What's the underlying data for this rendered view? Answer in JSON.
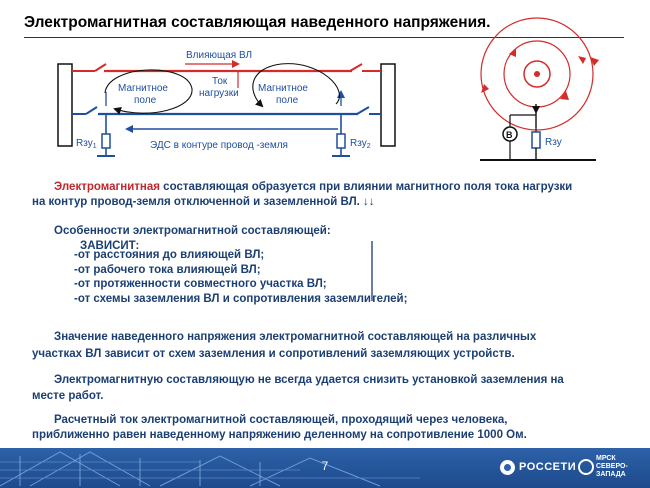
{
  "title": "Электромагнитная составляющая наведенного напряжения.",
  "diagram": {
    "line_label": "Влияющая ВЛ",
    "load_current_line1": "Ток",
    "load_current_line2": "нагрузки",
    "mag_field_left_1": "Магнитное",
    "mag_field_left_2": "поле",
    "mag_field_right_1": "Магнитное",
    "mag_field_right_2": "поле",
    "rzu1": "Rзу",
    "rzu1_sub": "1",
    "rzu2": "Rзу",
    "rzu2_sub": "2",
    "emf_label": "ЭДС в контуре провод  -земля",
    "meter_symbol": "В",
    "rzu_right": "Rзу"
  },
  "paragraphs": {
    "p1_red": "Электромагнитная",
    "p1_rest_line1": " составляющая образуется при влиянии магнитного поля тока нагрузки",
    "p1_line2": "на контур провод-земля отключенной и заземленной ВЛ. ↓↓",
    "p2_heading": "Особенности электромагнитной составляющей:",
    "p2_depends": "ЗАВИСИТ:",
    "p3_line1": "Значение наведенного напряжения электромагнитной составляющей на различных",
    "p3_line2": "участках ВЛ зависит от схем заземления и сопротивлений заземляющих устройств.",
    "p4_line1": "Электромагнитную составляющую не всегда удается снизить установкой заземления на",
    "p4_line2": "месте работ.",
    "p5_line1": "Расчетный ток электромагнитной составляющей, проходящий через человека,",
    "p5_line2": "приближенно равен наведенному напряжению деленному на сопротивление 1000 Ом."
  },
  "depends_items": [
    "от расстояния до влияющей ВЛ;",
    "от рабочего тока влияющей ВЛ;",
    "от протяженности совместного участка ВЛ;",
    "от схемы заземления ВЛ и сопротивления заземлителей;"
  ],
  "footer": {
    "page_number": "7",
    "logo_text": "РОССЕТИ",
    "logo2_line1": "МРСК",
    "logo2_line2": "СЕВЕРО-",
    "logo2_line3": "ЗАПАДА"
  },
  "colors": {
    "red": "#d42b2b",
    "blue": "#1f4fa0",
    "dark_text": "#1c3f73",
    "footer_bg": "#2d61a8"
  }
}
